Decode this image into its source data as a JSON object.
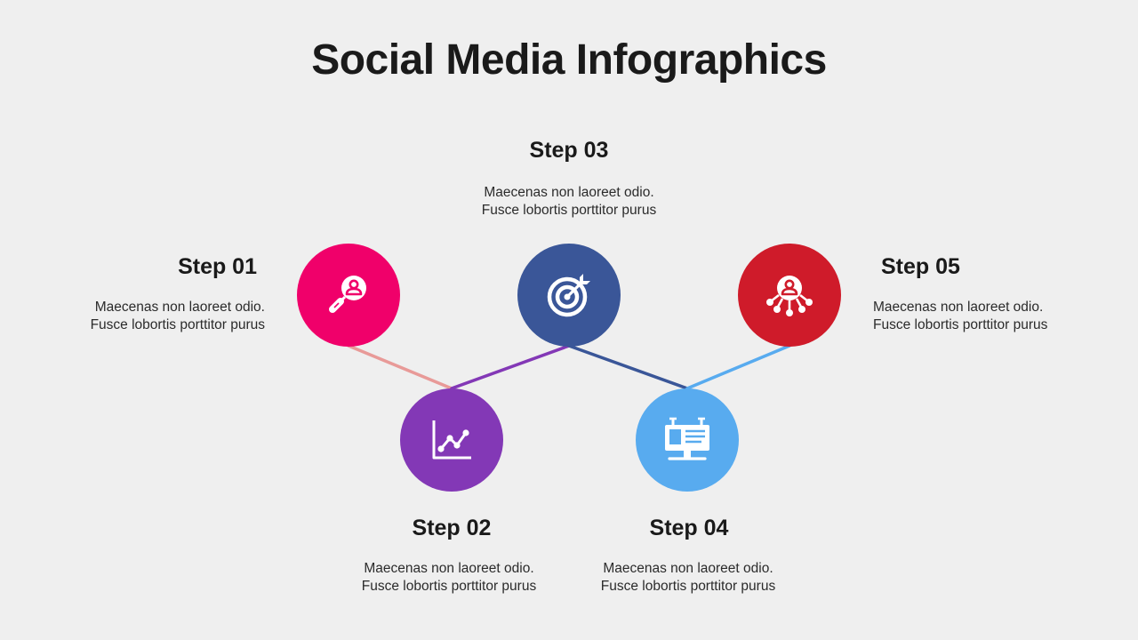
{
  "title": "Social Media Infographics",
  "steps": [
    {
      "title": "Step 01",
      "line1": "Maecenas non laoreet odio.",
      "line2": "Fusce lobortis porttitor purus",
      "color": "#f0006a",
      "icon": "user-search-icon"
    },
    {
      "title": "Step 02",
      "line1": "Maecenas non laoreet odio.",
      "line2": "Fusce lobortis porttitor purus",
      "color": "#8338b6",
      "icon": "line-chart-icon"
    },
    {
      "title": "Step 03",
      "line1": "Maecenas non laoreet odio.",
      "line2": "Fusce lobortis porttitor purus",
      "color": "#3a5698",
      "icon": "target-icon"
    },
    {
      "title": "Step 04",
      "line1": "Maecenas non laoreet odio.",
      "line2": "Fusce lobortis porttitor purus",
      "color": "#58abef",
      "icon": "billboard-icon"
    },
    {
      "title": "Step 05",
      "line1": "Maecenas non laoreet odio.",
      "line2": "Fusce lobortis porttitor purus",
      "color": "#cf1b2a",
      "icon": "user-network-icon"
    }
  ],
  "connector_colors": [
    "#e89a98",
    "#8338b6",
    "#3a5698",
    "#58abef"
  ]
}
